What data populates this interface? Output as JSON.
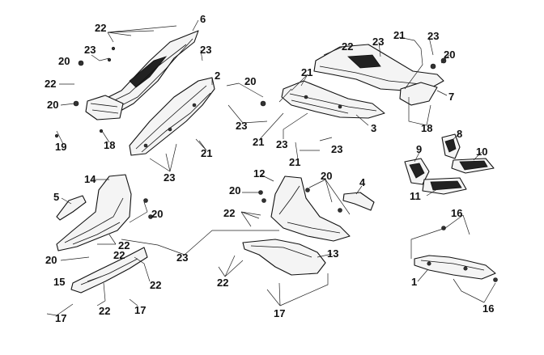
{
  "diagram": {
    "callouts": {
      "c1": "1",
      "c2": "2",
      "c3": "3",
      "c4": "4",
      "c5": "5",
      "c6": "6",
      "c7": "7",
      "c8": "8",
      "c9": "9",
      "c10": "10",
      "c11": "11",
      "c12": "12",
      "c13": "13",
      "c14": "14",
      "c15": "15",
      "c16a": "16",
      "c16b": "16",
      "c17a": "17",
      "c17b": "17",
      "c17c": "17",
      "c18a": "18",
      "c18b": "18",
      "c19": "19",
      "c20a": "20",
      "c20b": "20",
      "c20c": "20",
      "c20d": "20",
      "c20e": "20",
      "c20f": "20",
      "c20g": "20",
      "c20h": "20",
      "c21a": "21",
      "c21b": "21",
      "c21c": "21",
      "c21d": "21",
      "c21e": "21",
      "c22a": "22",
      "c22b": "22",
      "c22c": "22",
      "c22d": "22",
      "c22e": "22",
      "c22f": "22",
      "c22g": "22",
      "c22h": "22",
      "c22i": "22",
      "c23a": "23",
      "c23b": "23",
      "c23c": "23",
      "c23d": "23",
      "c23e": "23",
      "c23f": "23",
      "c23g": "23",
      "c23h": "23"
    }
  }
}
